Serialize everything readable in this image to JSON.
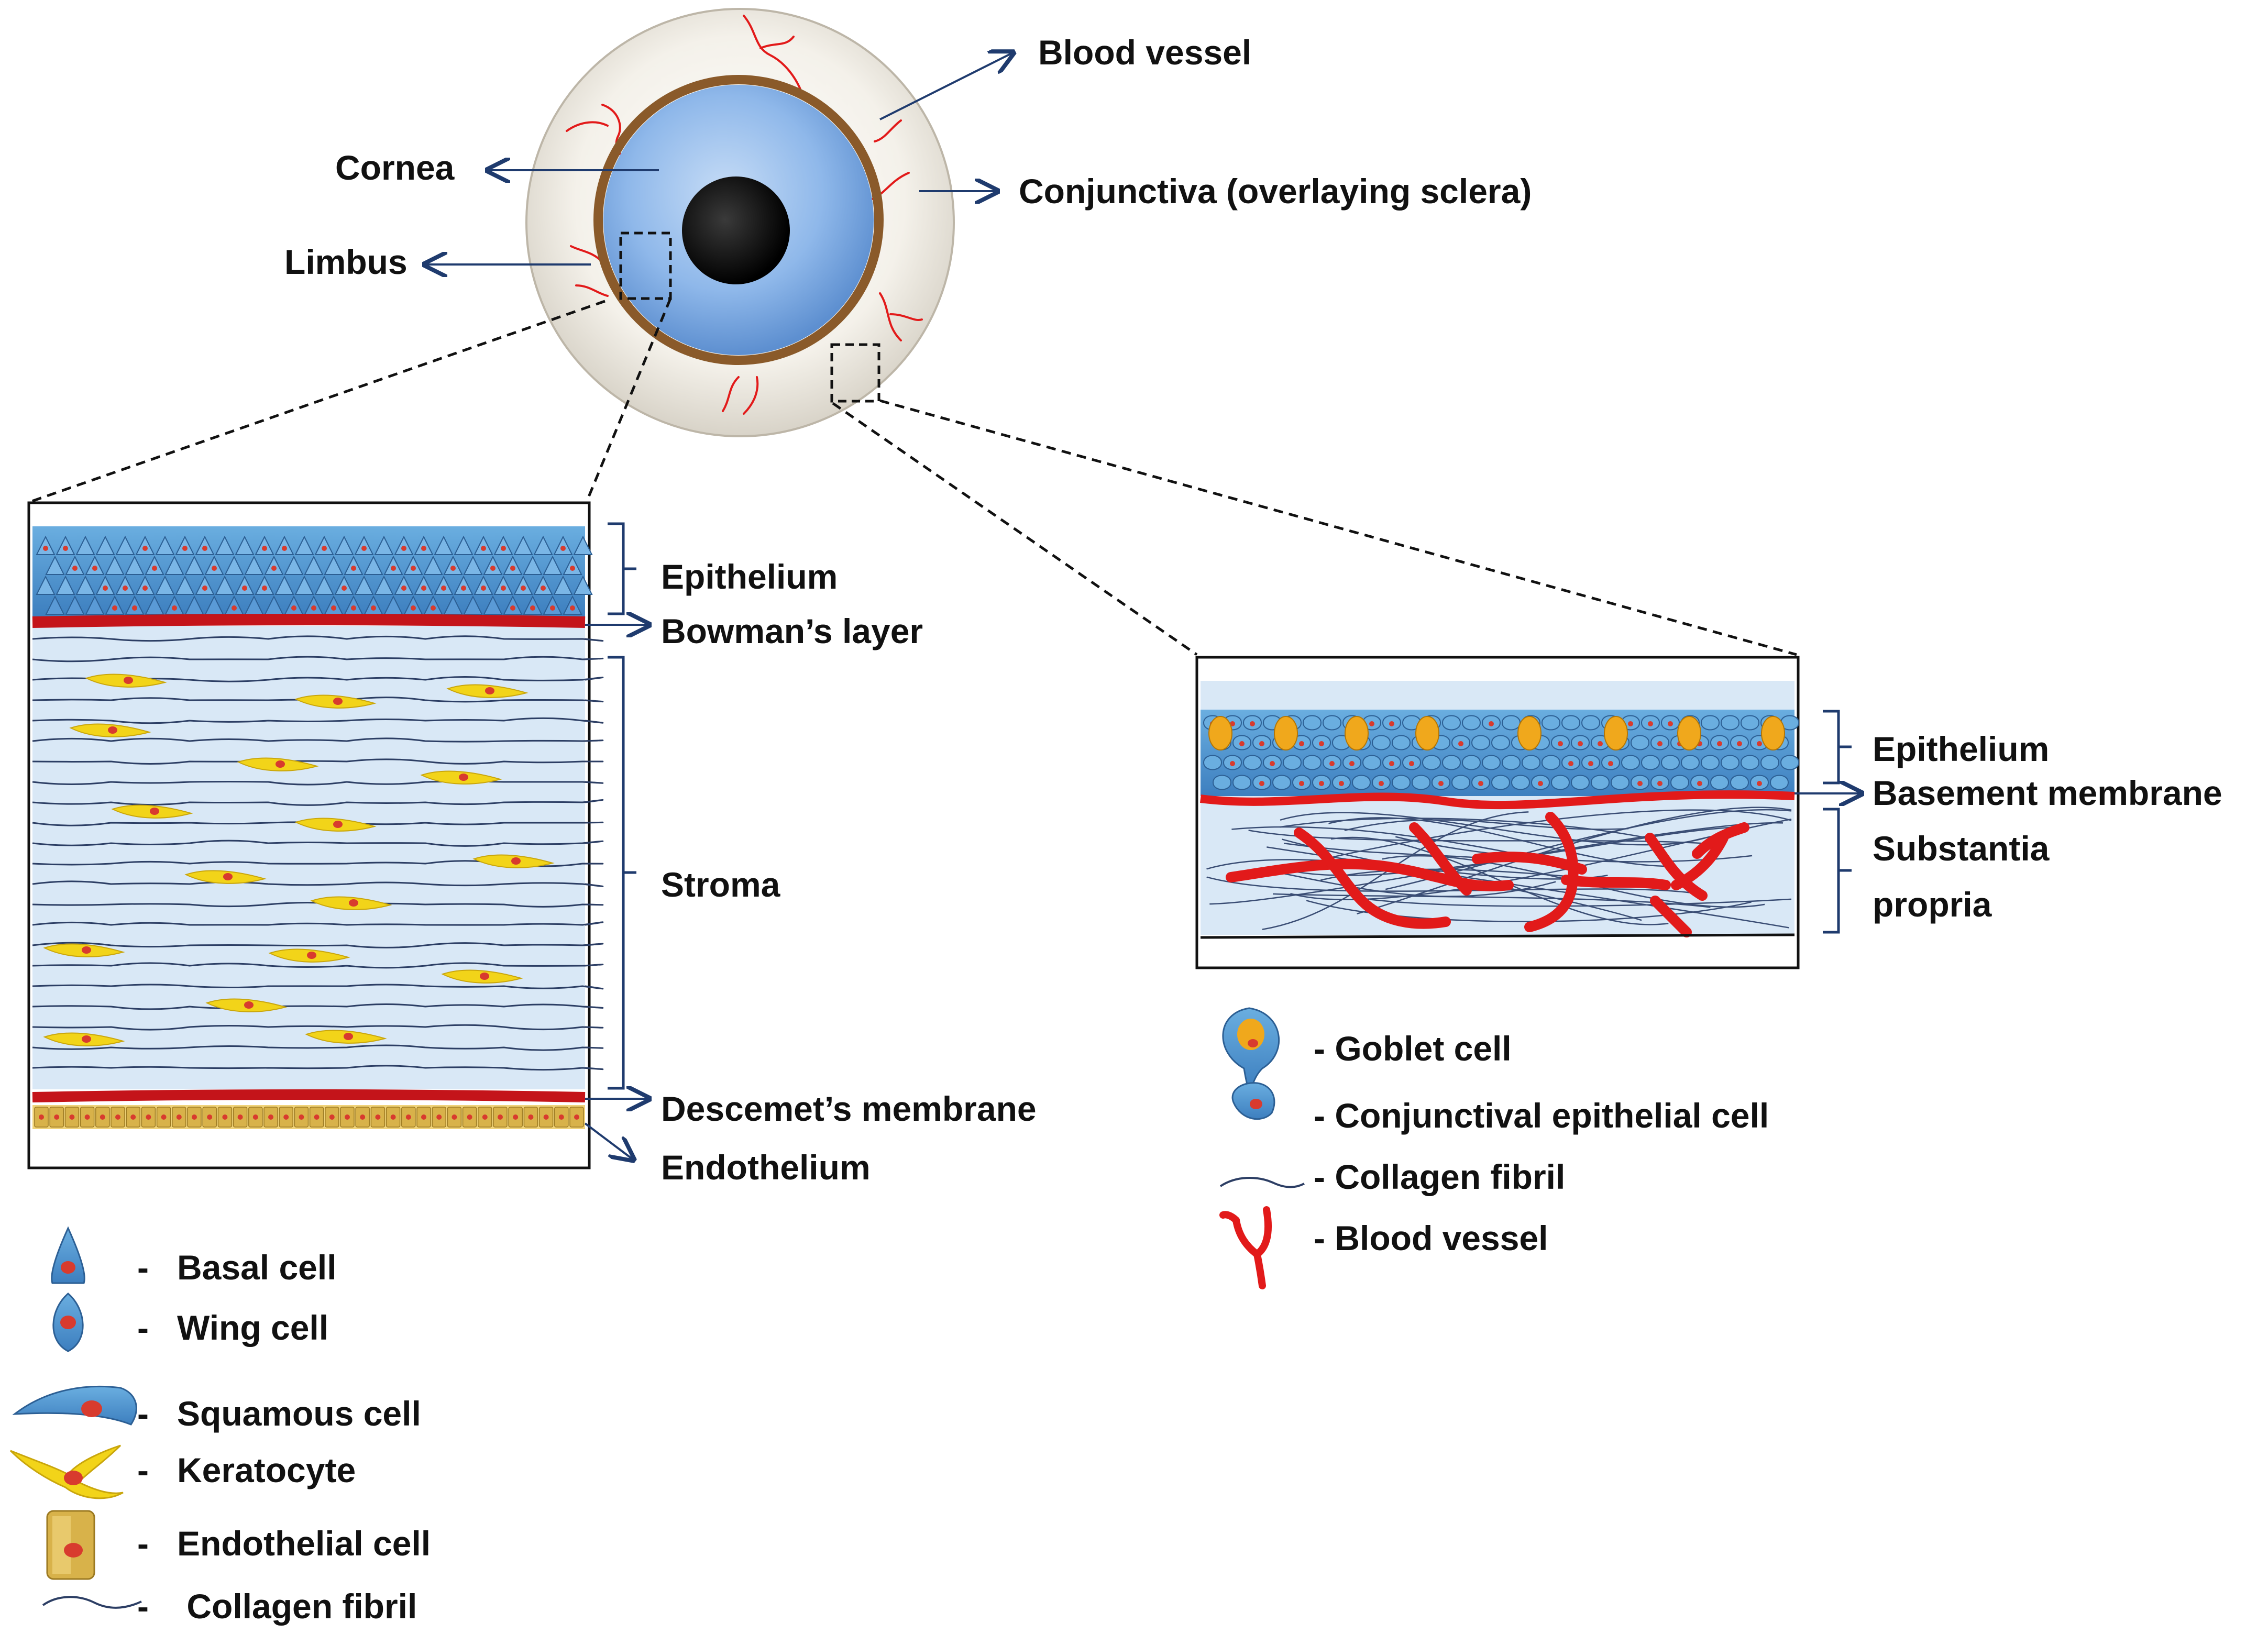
{
  "colors": {
    "arrow": "#1f3b6e",
    "sclera": "#f4f1ea",
    "iris": "#8fb8ea",
    "pupil": "#0a0a0a",
    "limbus_ring": "#8a5a2a",
    "vessel": "#e21a1a",
    "stroma_bg": "#d9e8f6",
    "fibril": "#2c3e64",
    "epithelial_cell": "#4a8cc8",
    "keratocyte": "#f2d419",
    "goblet": "#f0a81c",
    "endothelial": "#c9a347"
  },
  "eye": {
    "labels": {
      "blood_vessel": "Blood vessel",
      "cornea": "Cornea",
      "conjunctiva": "Conjunctiva  (overlaying sclera)",
      "limbus": "Limbus"
    }
  },
  "cornea_panel": {
    "labels": {
      "epithelium": "Epithelium",
      "bowmans": "Bowman’s layer",
      "stroma": "Stroma",
      "descemets": "Descemet’s membrane",
      "endothelium": "Endothelium"
    }
  },
  "conjunctiva_panel": {
    "labels": {
      "epithelium": "Epithelium",
      "basement": "Basement membrane",
      "substantia_1": "Substantia",
      "substantia_2": "propria"
    }
  },
  "legend_left": [
    {
      "icon": "basal-cell-icon",
      "label": "Basal cell"
    },
    {
      "icon": "wing-cell-icon",
      "label": "Wing cell"
    },
    {
      "icon": "squamous-cell-icon",
      "label": "Squamous cell"
    },
    {
      "icon": "keratocyte-icon",
      "label": "Keratocyte"
    },
    {
      "icon": "endothelial-cell-icon",
      "label": "Endothelial  cell"
    },
    {
      "icon": "collagen-fibril-icon",
      "label": " Collagen fibril"
    }
  ],
  "legend_right": [
    {
      "icon": "goblet-cell-icon",
      "label": "Goblet cell"
    },
    {
      "icon": "conjunctival-epithelial-cell-icon",
      "label": "Conjunctival  epithelial cell"
    },
    {
      "icon": "collagen-fibril-icon",
      "label": "Collagen fibril"
    },
    {
      "icon": "blood-vessel-icon",
      "label": "Blood vessel"
    }
  ],
  "legend_dash": "-"
}
